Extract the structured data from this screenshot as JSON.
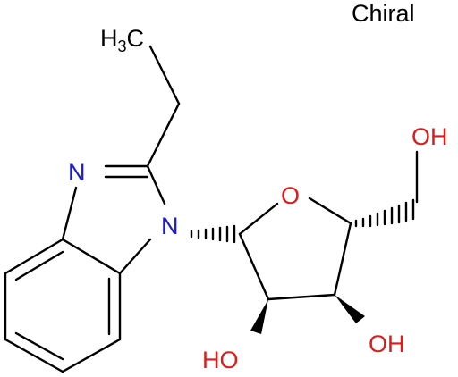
{
  "molecule": {
    "chiral_flag": "Chiral",
    "methyl_label": {
      "base": "H",
      "subscript": "3",
      "tail": "C"
    },
    "atoms": {
      "n_imine": "N",
      "n_ring": "N",
      "o_ring": "O",
      "oh_primary": "OH",
      "oh_c2": "HO",
      "oh_c3": "OH"
    }
  },
  "colors": {
    "nitrogen": "#1b1bd6",
    "oxygen": "#e01a1a",
    "carbon_bond": "#000000"
  }
}
